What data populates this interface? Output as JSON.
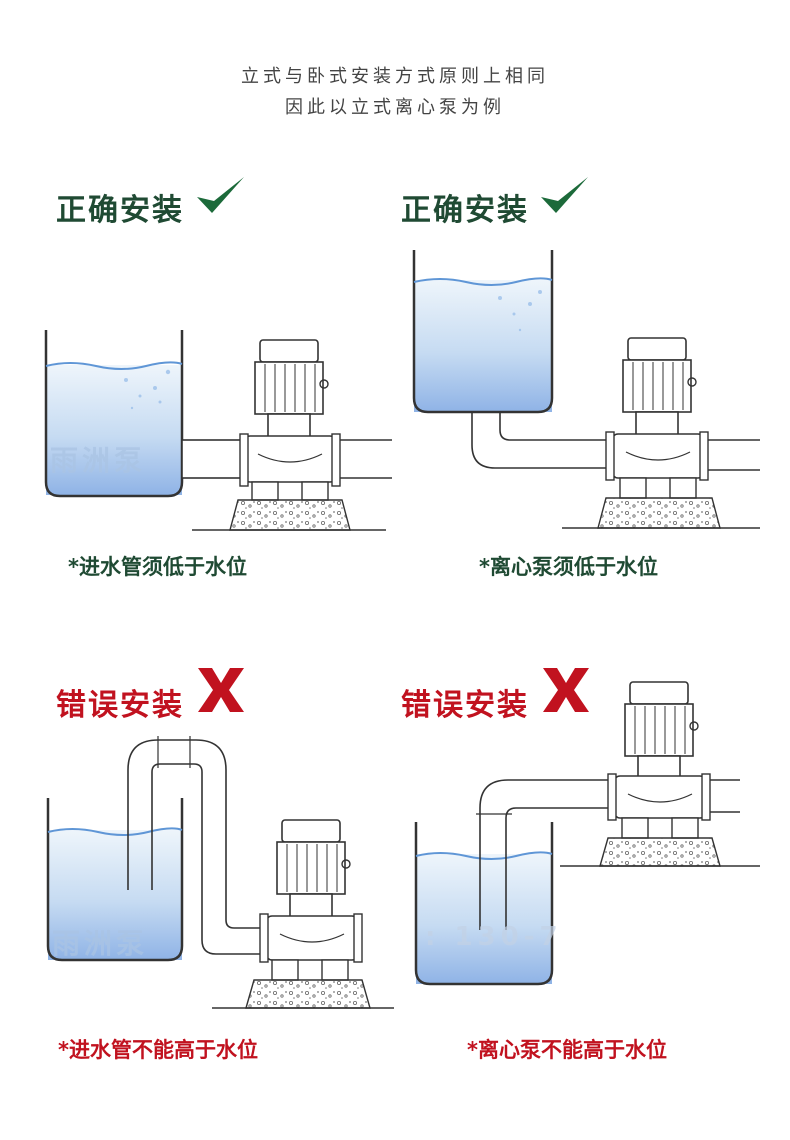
{
  "intro": {
    "line1": "立式与卧式安装方式原则上相同",
    "line2": "因此以立式离心泵为例"
  },
  "colors": {
    "correct": "#1f4a33",
    "correct_mark": "#1c6a3a",
    "wrong": "#c1121f",
    "wrong_mark": "#c1121f",
    "water_top": "#eef5fb",
    "water_bottom": "#8fb3e6"
  },
  "panels": [
    {
      "heading": "正确安装",
      "mark": "check-icon",
      "caption": "*进水管须低于水位",
      "watermark": "雨洲泵"
    },
    {
      "heading": "正确安装",
      "mark": "check-icon",
      "caption": "*离心泵须低于水位"
    },
    {
      "heading": "错误安装",
      "mark": "x-icon",
      "caption": "*进水管不能高于水位",
      "watermark": "雨洲泵"
    },
    {
      "heading": "错误安装",
      "mark": "x-icon",
      "caption": "*离心泵不能高于水位"
    }
  ],
  "watermark_phone": ": 130-7"
}
